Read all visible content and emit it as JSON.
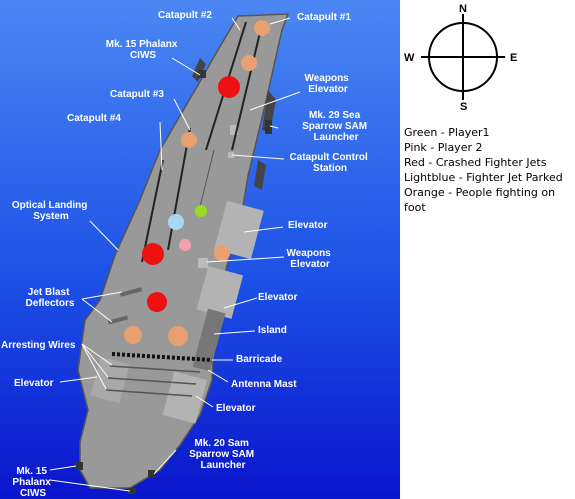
{
  "labels": {
    "catapult2": "Catapult #2",
    "catapult1": "Catapult #1",
    "phalanx_top_1": "Mk. 15 Phalanx",
    "phalanx_top_2": "CIWS",
    "weapons_elev_top_1": "Weapons",
    "weapons_elev_top_2": "Elevator",
    "catapult3": "Catapult #3",
    "sparrow_1": "Mk. 29 Sea",
    "sparrow_2": "Sparrow SAM",
    "sparrow_3": "Launcher",
    "catapult4": "Catapult #4",
    "cat_control_1": "Catapult Control",
    "cat_control_2": "Station",
    "ols_1": "Optical Landing",
    "ols_2": "System",
    "elevator_a": "Elevator",
    "weapons_elev_mid_1": "Weapons",
    "weapons_elev_mid_2": "Elevator",
    "jbd_1": "Jet Blast",
    "jbd_2": "Deflectors",
    "elevator_b": "Elevator",
    "island": "Island",
    "arresting_wires": "Arresting Wires",
    "barricade": "Barricade",
    "elevator_left": "Elevator",
    "antenna_mast": "Antenna Mast",
    "elevator_c": "Elevator",
    "mk20_1": "Mk. 20 Sam",
    "mk20_2": "Sparrow SAM",
    "mk20_3": "Launcher",
    "phalanx_bot_1": "Mk. 15",
    "phalanx_bot_2": "Phalanx",
    "phalanx_bot_3": "CIWS"
  },
  "compass": {
    "n": "N",
    "s": "S",
    "e": "E",
    "w": "W"
  },
  "legend": [
    "Green - Player1",
    "Pink - Player 2",
    "Red - Crashed Fighter Jets",
    "Lightblue - Fighter Jet Parked",
    "Orange - People fighting on",
    "foot"
  ],
  "colors": {
    "player1": "#99dd22",
    "player2": "#f4a0b0",
    "crashed": "#ee1111",
    "parked": "#a8d8f0",
    "people": "#e8a070"
  }
}
